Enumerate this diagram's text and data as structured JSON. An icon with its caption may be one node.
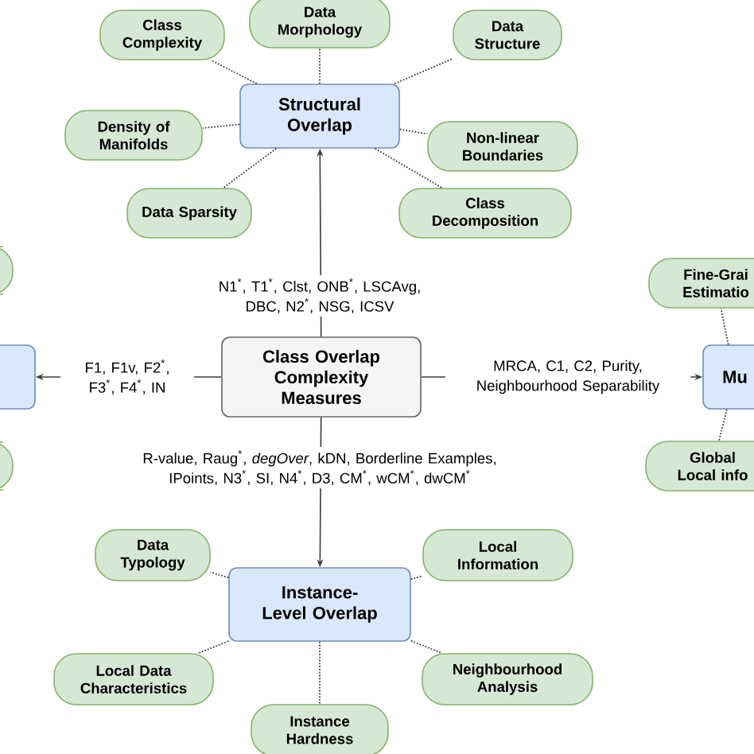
{
  "diagram": {
    "nodes": [
      {
        "text": [
          "Structural Overlap"
        ]
      },
      {
        "text": [
          "Class Complexity"
        ]
      },
      {
        "text": [
          "Data Morphology"
        ]
      },
      {
        "text": [
          "Data Structure"
        ]
      },
      {
        "text": [
          "Density of Manifolds"
        ]
      },
      {
        "text": [
          "Non-linear Boundaries"
        ]
      },
      {
        "text": [
          "Data Sparsity"
        ]
      },
      {
        "text": [
          "Class Decomposition"
        ]
      },
      {
        "text": [
          "Class Overlap Complexity Measures"
        ]
      },
      {
        "text": [],
        "shape": "box"
      },
      {
        "text": [],
        "shape": "box"
      },
      {
        "text": [],
        "shape": "box"
      },
      {
        "text": [
          "Fine-Grai Estimatio"
        ]
      },
      {
        "text": [
          "Mu"
        ]
      },
      {
        "text": [
          "Global Local info"
        ]
      },
      {
        "text": [
          "Instance-Level Overlap"
        ]
      },
      {
        "text": [
          "Data Typology"
        ]
      },
      {
        "text": [
          "Local Information"
        ]
      },
      {
        "text": [
          "Local Data Characteristics"
        ]
      },
      {
        "text": [
          "Neighbourhood Analysis"
        ]
      },
      {
        "text": [
          "Instance Hardness"
        ]
      }
    ],
    "edges": [
      {
        "from": 0,
        "to": 1,
        "arrow": "none",
        "style": "dashed"
      },
      {
        "from": 0,
        "to": 2,
        "arrow": "none",
        "style": "dashed"
      },
      {
        "from": 0,
        "to": 3,
        "arrow": "none",
        "style": "dashed"
      },
      {
        "from": 0,
        "to": 4,
        "arrow": "none",
        "style": "dashed"
      },
      {
        "from": 0,
        "to": 5,
        "arrow": "none",
        "style": "dashed"
      },
      {
        "from": 0,
        "to": 6,
        "arrow": "none",
        "style": "dashed"
      },
      {
        "from": 0,
        "to": 7,
        "arrow": "none",
        "style": "dashed"
      },
      {
        "from": 8,
        "to": 0,
        "arrow": "to",
        "label": "N1$^{*}$, T1$^{*}$, Clst, ONB$^{*}$, LSCAvg, DBC, N2$^{*}$, NSG, ICSV"
      },
      {
        "from": 8,
        "to": 9,
        "arrow": "to",
        "label": "F1, F1v, F2$^{*}$, F3$^{*}$, F4$^{*}$, IN"
      },
      {
        "from": 8,
        "to": 13,
        "arrow": "to",
        "label": "MRCA, C1, C2, Purity, Neighbourhood Separability"
      },
      {
        "from": 13,
        "to": 12,
        "arrow": "none",
        "style": "dashed"
      },
      {
        "from": 13,
        "to": 14,
        "arrow": "none",
        "style": "dashed"
      },
      {
        "from": 8,
        "to": 15,
        "arrow": "to",
        "label": "R-value, Raug$^{*}$, *degOver*, kDN, Borderline Examples, IPoints, N3$^{*}$, SI, N4$^{*}$, D3, CM$^{*}$, wCM$^{*}$, dwCM$^{*}$"
      },
      {
        "from": 15,
        "to": 16,
        "arrow": "none",
        "style": "dashed"
      },
      {
        "from": 15,
        "to": 17,
        "arrow": "none",
        "style": "dashed"
      },
      {
        "from": 15,
        "to": 18,
        "arrow": "none",
        "style": "dashed"
      },
      {
        "from": 15,
        "to": 19,
        "arrow": "none",
        "style": "dashed"
      },
      {
        "from": 15,
        "to": 20,
        "arrow": "none",
        "style": "dashed"
      }
    ]
  }
}
